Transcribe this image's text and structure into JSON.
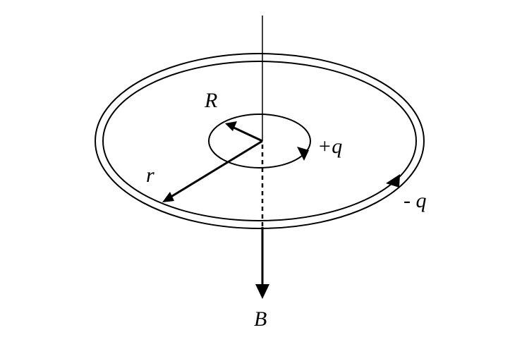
{
  "labels": {
    "inner_radius": "R",
    "outer_radius": "r",
    "inner_charge": "+q",
    "outer_charge": "- q",
    "field": "B"
  },
  "colors": {
    "ink": "#000000",
    "background": "#ffffff"
  }
}
